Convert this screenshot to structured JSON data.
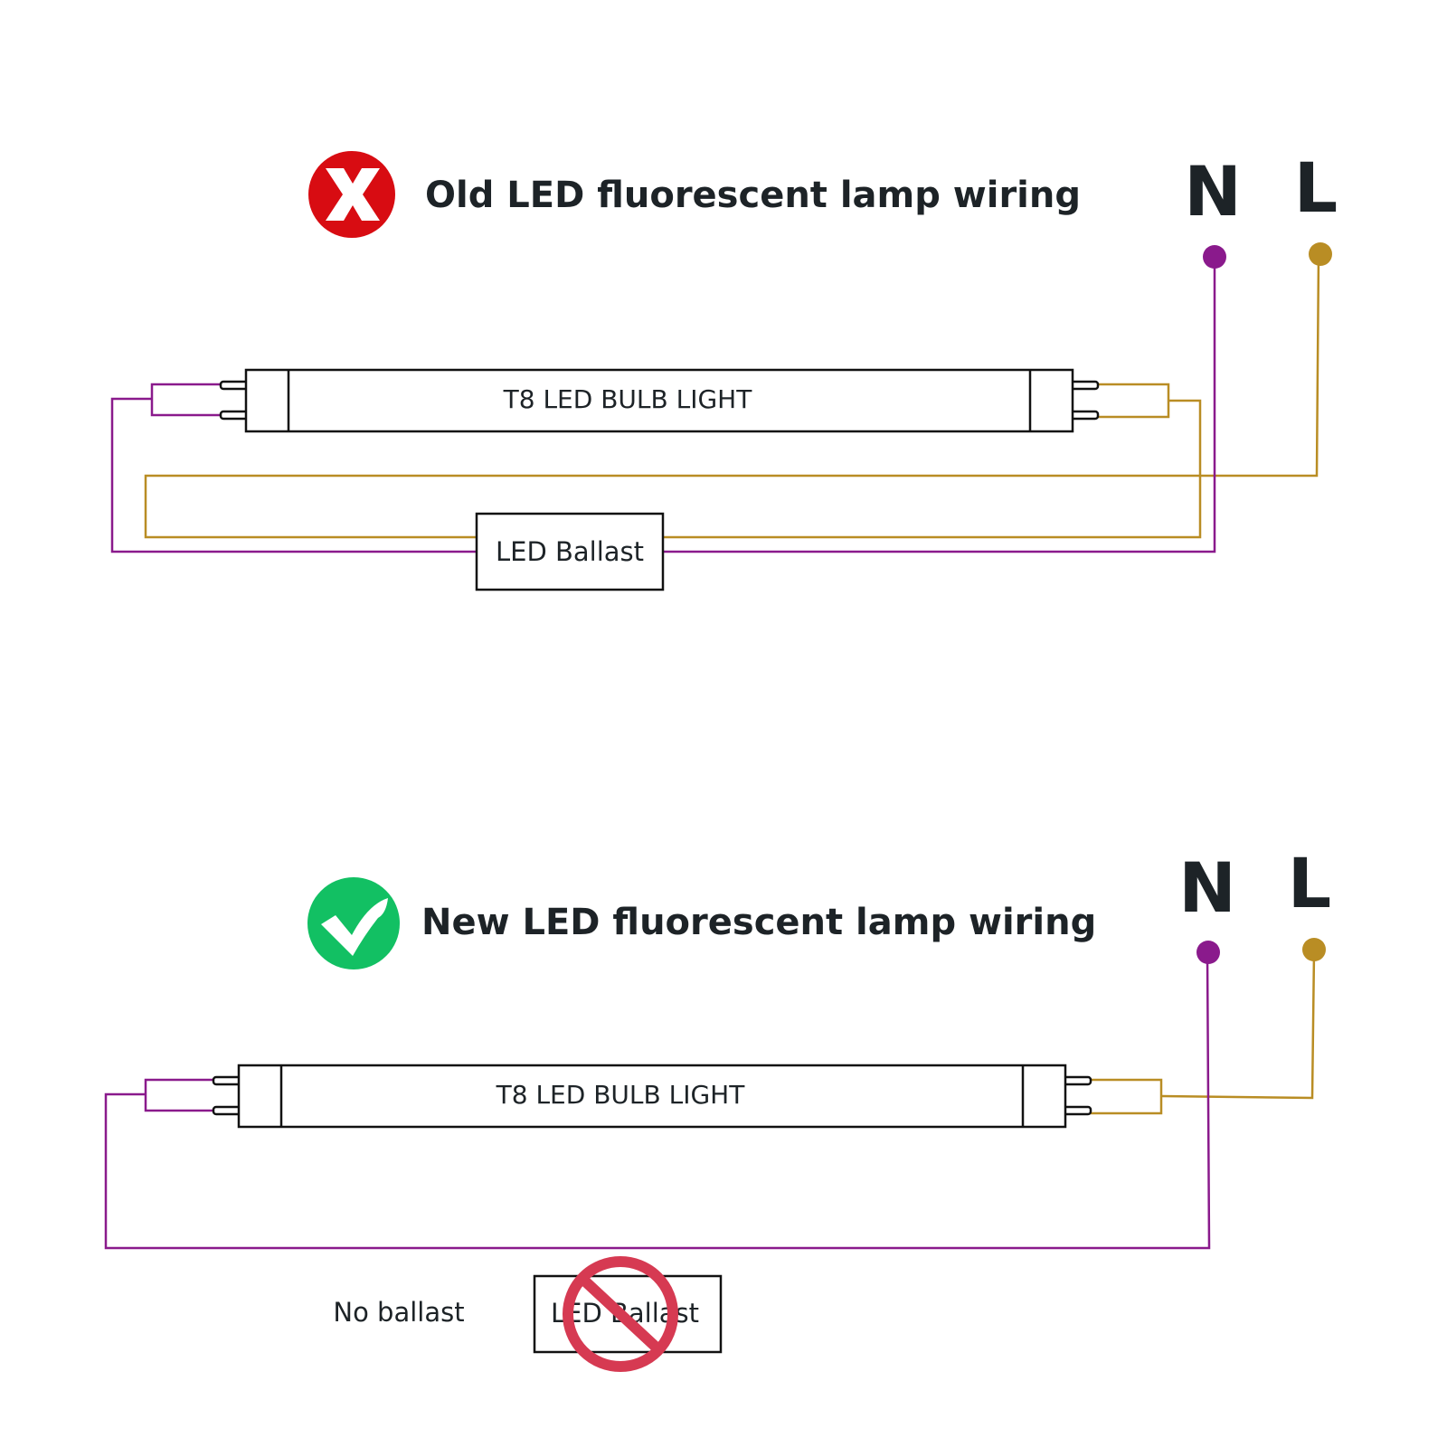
{
  "colors": {
    "neutral": "#8a1a8c",
    "live": "#b98d24",
    "outline": "#111111",
    "error_badge": "#d80c12",
    "ok_badge": "#12c063",
    "prohibit": "#d63a52"
  },
  "old_diagram": {
    "title": "Old LED fluorescent lamp wiring",
    "status_icon": "x-mark-icon",
    "neutral_label": "N",
    "live_label": "L",
    "bulb_label": "T8 LED BULB LIGHT",
    "ballast_label": "LED Ballast"
  },
  "new_diagram": {
    "title": "New LED fluorescent lamp wiring",
    "status_icon": "check-mark-icon",
    "neutral_label": "N",
    "live_label": "L",
    "bulb_label": "T8 LED BULB LIGHT",
    "no_ballast_label": "No ballast",
    "ballast_label": "LED Ballast",
    "prohibit_icon": "no-entry-icon"
  }
}
